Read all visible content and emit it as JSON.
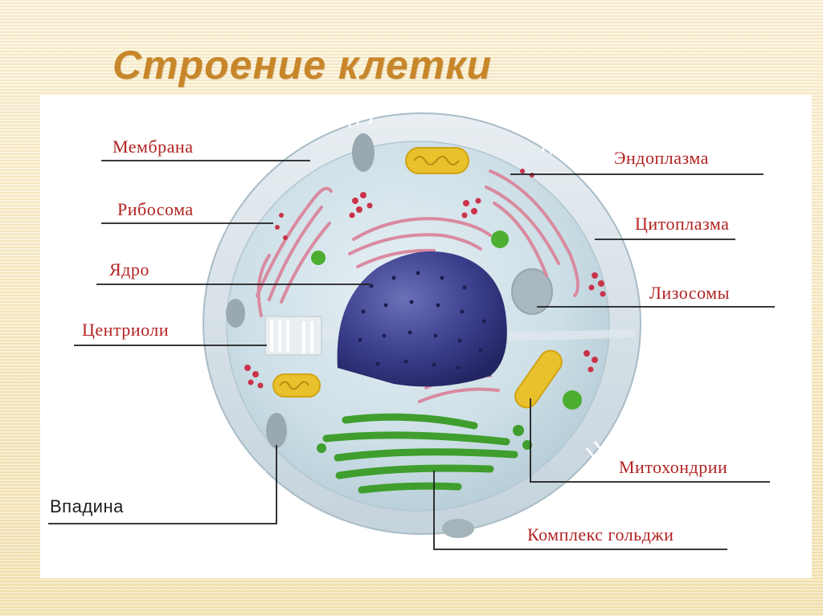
{
  "title": "Строение клетки",
  "labels": {
    "membrane": "Мембрана",
    "ribosome": "Рибосома",
    "nucleus": "Ядро",
    "centrioles": "Центриоли",
    "depression": "Впадина",
    "endoplasm": "Эндоплазма",
    "cytoplasm": "Цитоплазма",
    "lysosomes": "Лизосомы",
    "mitochondria": "Митохондрии",
    "golgi": "Комплекс гольджи"
  },
  "colors": {
    "title": "#c8862a",
    "label_text": "#b22222",
    "leader_line": "#1e1e1e",
    "nucleus": "#3b3f8c",
    "golgi": "#3f9e2d",
    "mitochondria": "#e8c12c",
    "er": "#d98aa0",
    "cytoplasm": "#c9dde6"
  }
}
